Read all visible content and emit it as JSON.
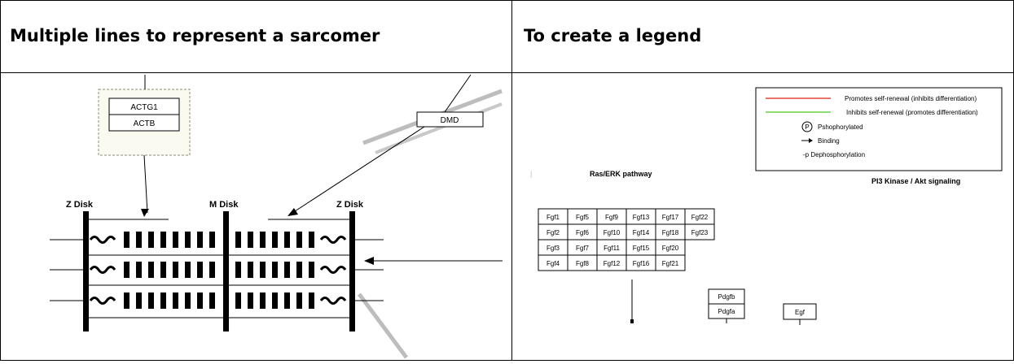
{
  "table": {
    "headers": [
      "Multiple lines to represent a sarcomer",
      "To create a legend"
    ]
  },
  "sarcomere": {
    "box_labels": [
      "ACTG1",
      "ACTB"
    ],
    "dmd_label": "DMD",
    "disk_labels": [
      "Z Disk",
      "M Disk",
      "Z Disk"
    ]
  },
  "legend_example": {
    "legend_items": [
      "Promotes self-renewal (inhibits differentiation)",
      "Inhibits self-renewal (promotes differentiation)",
      "Pshophorylated",
      "Binding",
      "-p Dephosphorylation"
    ],
    "phospho_symbol": "P",
    "line_colors": [
      "#e0463e",
      "#6ad04a"
    ],
    "pathway_titles": [
      "Ras/ERK pathway",
      "PI3 Kinase / Akt signaling"
    ],
    "fgf_grid": [
      [
        "Fgf1",
        "Fgf5",
        "Fgf9",
        "Fgf13",
        "Fgf17",
        "Fgf22"
      ],
      [
        "Fgf2",
        "Fgf6",
        "Fgf10",
        "Fgf14",
        "Fgf18",
        "Fgf23"
      ],
      [
        "Fgf3",
        "Fgf7",
        "Fgf11",
        "Fgf15",
        "Fgf20"
      ],
      [
        "Fgf4",
        "Fgf8",
        "Fgf12",
        "Fgf16",
        "Fgf21"
      ]
    ],
    "pdgf_labels": [
      "Pdgfb",
      "Pdgfa"
    ],
    "egf_label": "Egf"
  }
}
